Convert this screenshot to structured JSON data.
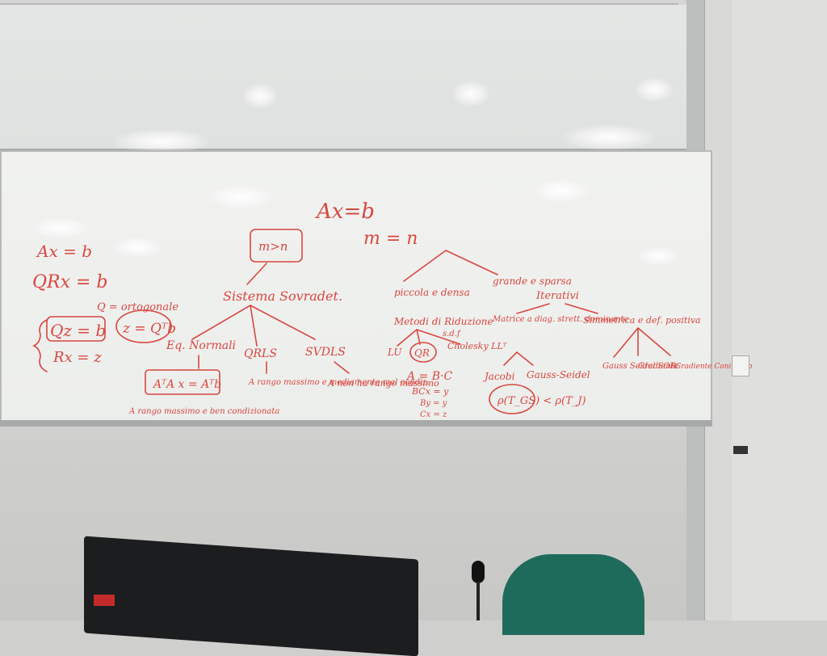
{
  "board": {
    "title": "Ax=b",
    "subtitle": "m = n",
    "left_block": {
      "line1": "Ax = b",
      "line2": "QRx = b",
      "q_note": "Q = ortogonale",
      "eq1": "Qz = b",
      "eq2": "z = Qᵀb",
      "eq3": "Rx = z"
    },
    "overdetermined": {
      "box": "m>n",
      "label": "Sistema Sovradet.",
      "branch1": "Eq. Normali",
      "branch1_formula": "AᵀA x = Aᵀb",
      "branch1_note": "A rango massimo e ben condizionata",
      "branch2": "QRLS",
      "branch2_note": "A rango massimo e mediamente mal condiz.",
      "branch3": "SVDLS",
      "branch3_note": "A non ha rango massimo"
    },
    "square": {
      "branch_small": "piccola e densa",
      "direct": "Metodi di Riduzione",
      "direct_note": "s.d.f",
      "lu": "LU",
      "qr": "QR",
      "cholesky": "Cholesky LLᵀ",
      "factor": "A = B·C",
      "step1": "BCx = y",
      "step2": "By = y",
      "step3": "Cx = z",
      "branch_large": "grande e sparsa",
      "iterative": "Iterativi",
      "iter1": "Matrice a diag. strett. dominante",
      "iter2": "Simmetrica e def. positiva",
      "jacobi": "Jacobi",
      "gauss_seidel": "Gauss-Seidel",
      "spectral": "ρ(T_GS) < ρ(T_J)",
      "gs_sor": "Gauss Seidel SOR",
      "gradient": "Gradiente",
      "conj_gradient": "Gradiente Coniugato"
    }
  },
  "colors": {
    "marker": "#d9473f",
    "board": "#eef0ee",
    "chair": "#1f6b5b"
  }
}
